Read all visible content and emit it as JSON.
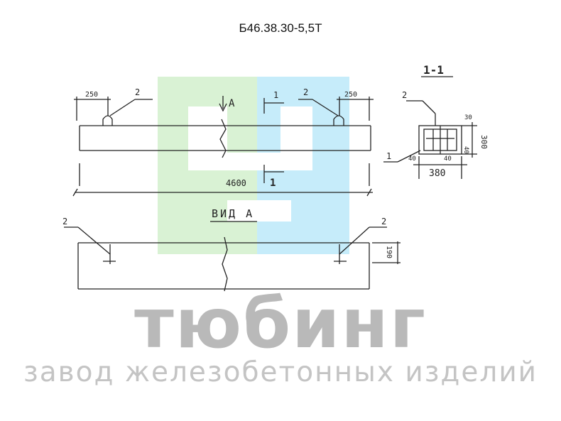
{
  "title": "Б46.38.30-5,5Т",
  "drawing": {
    "label_2": "2",
    "label_1": "1",
    "label_A": "А",
    "dim_250": "250",
    "dim_4600": "4600",
    "view_label": "ВИД А",
    "section_label": "1-1",
    "dim_380": "380",
    "dim_300": "300",
    "dim_30": "30",
    "dim_40": "40",
    "dim_190": "190"
  },
  "watermark": {
    "brand": "тюбинг",
    "tagline": "завод железобетонных изделий",
    "colors": {
      "green": "#d9f2d4",
      "blue": "#c6ecfa",
      "white": "#ffffff",
      "gray": "#b9b9b9"
    }
  }
}
